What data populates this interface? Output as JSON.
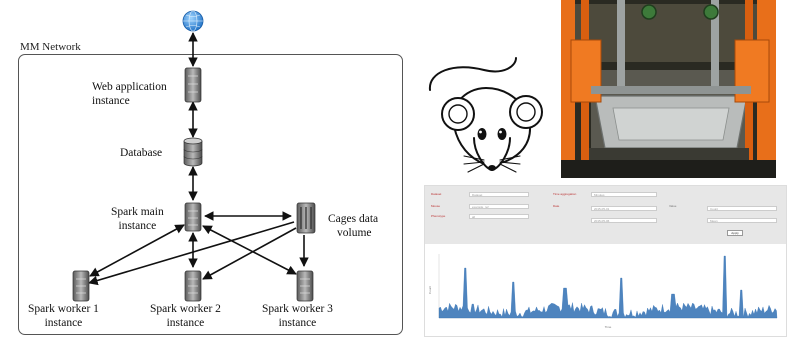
{
  "network": {
    "title": "MM Network",
    "web_app_line1": "Web application",
    "web_app_line2": "instance",
    "database": "Database",
    "spark_main_line1": "Spark main",
    "spark_main_line2": "instance",
    "cages_line1": "Cages data",
    "cages_line2": "volume",
    "worker1_line1": "Spark worker 1",
    "worker2_line1": "Spark worker 2",
    "worker3_line1": "Spark worker 3",
    "worker_line2": "instance"
  },
  "colors": {
    "frame": "#555555",
    "arrow": "#111111",
    "globe": "#2e8de0",
    "photo_orange": "#e86f1a",
    "chart_blue": "#2f6fb3",
    "dash_panel": "#e7e7e7",
    "dash_label": "#b33333"
  },
  "icons": [
    "globe-icon",
    "server-icon",
    "database-icon",
    "storage-icon",
    "mouse-illustration",
    "cage-photo"
  ],
  "dashboard": {
    "labels": {
      "l1": "Dataset",
      "l2": "Mouse",
      "l3": "Phenotype",
      "l4": "Time aggregation",
      "l5": "Date",
      "l6": "Value"
    },
    "fields": {
      "f1": "Dataset",
      "f2": "example_ref",
      "f3": "all",
      "f4": "Minutes",
      "f5": "2015-05-01",
      "f6": "2015-05-06",
      "f7": "Count",
      "f8": "Mean"
    },
    "button": "Apply",
    "xlabel": "Time",
    "ylabel": "Count"
  }
}
